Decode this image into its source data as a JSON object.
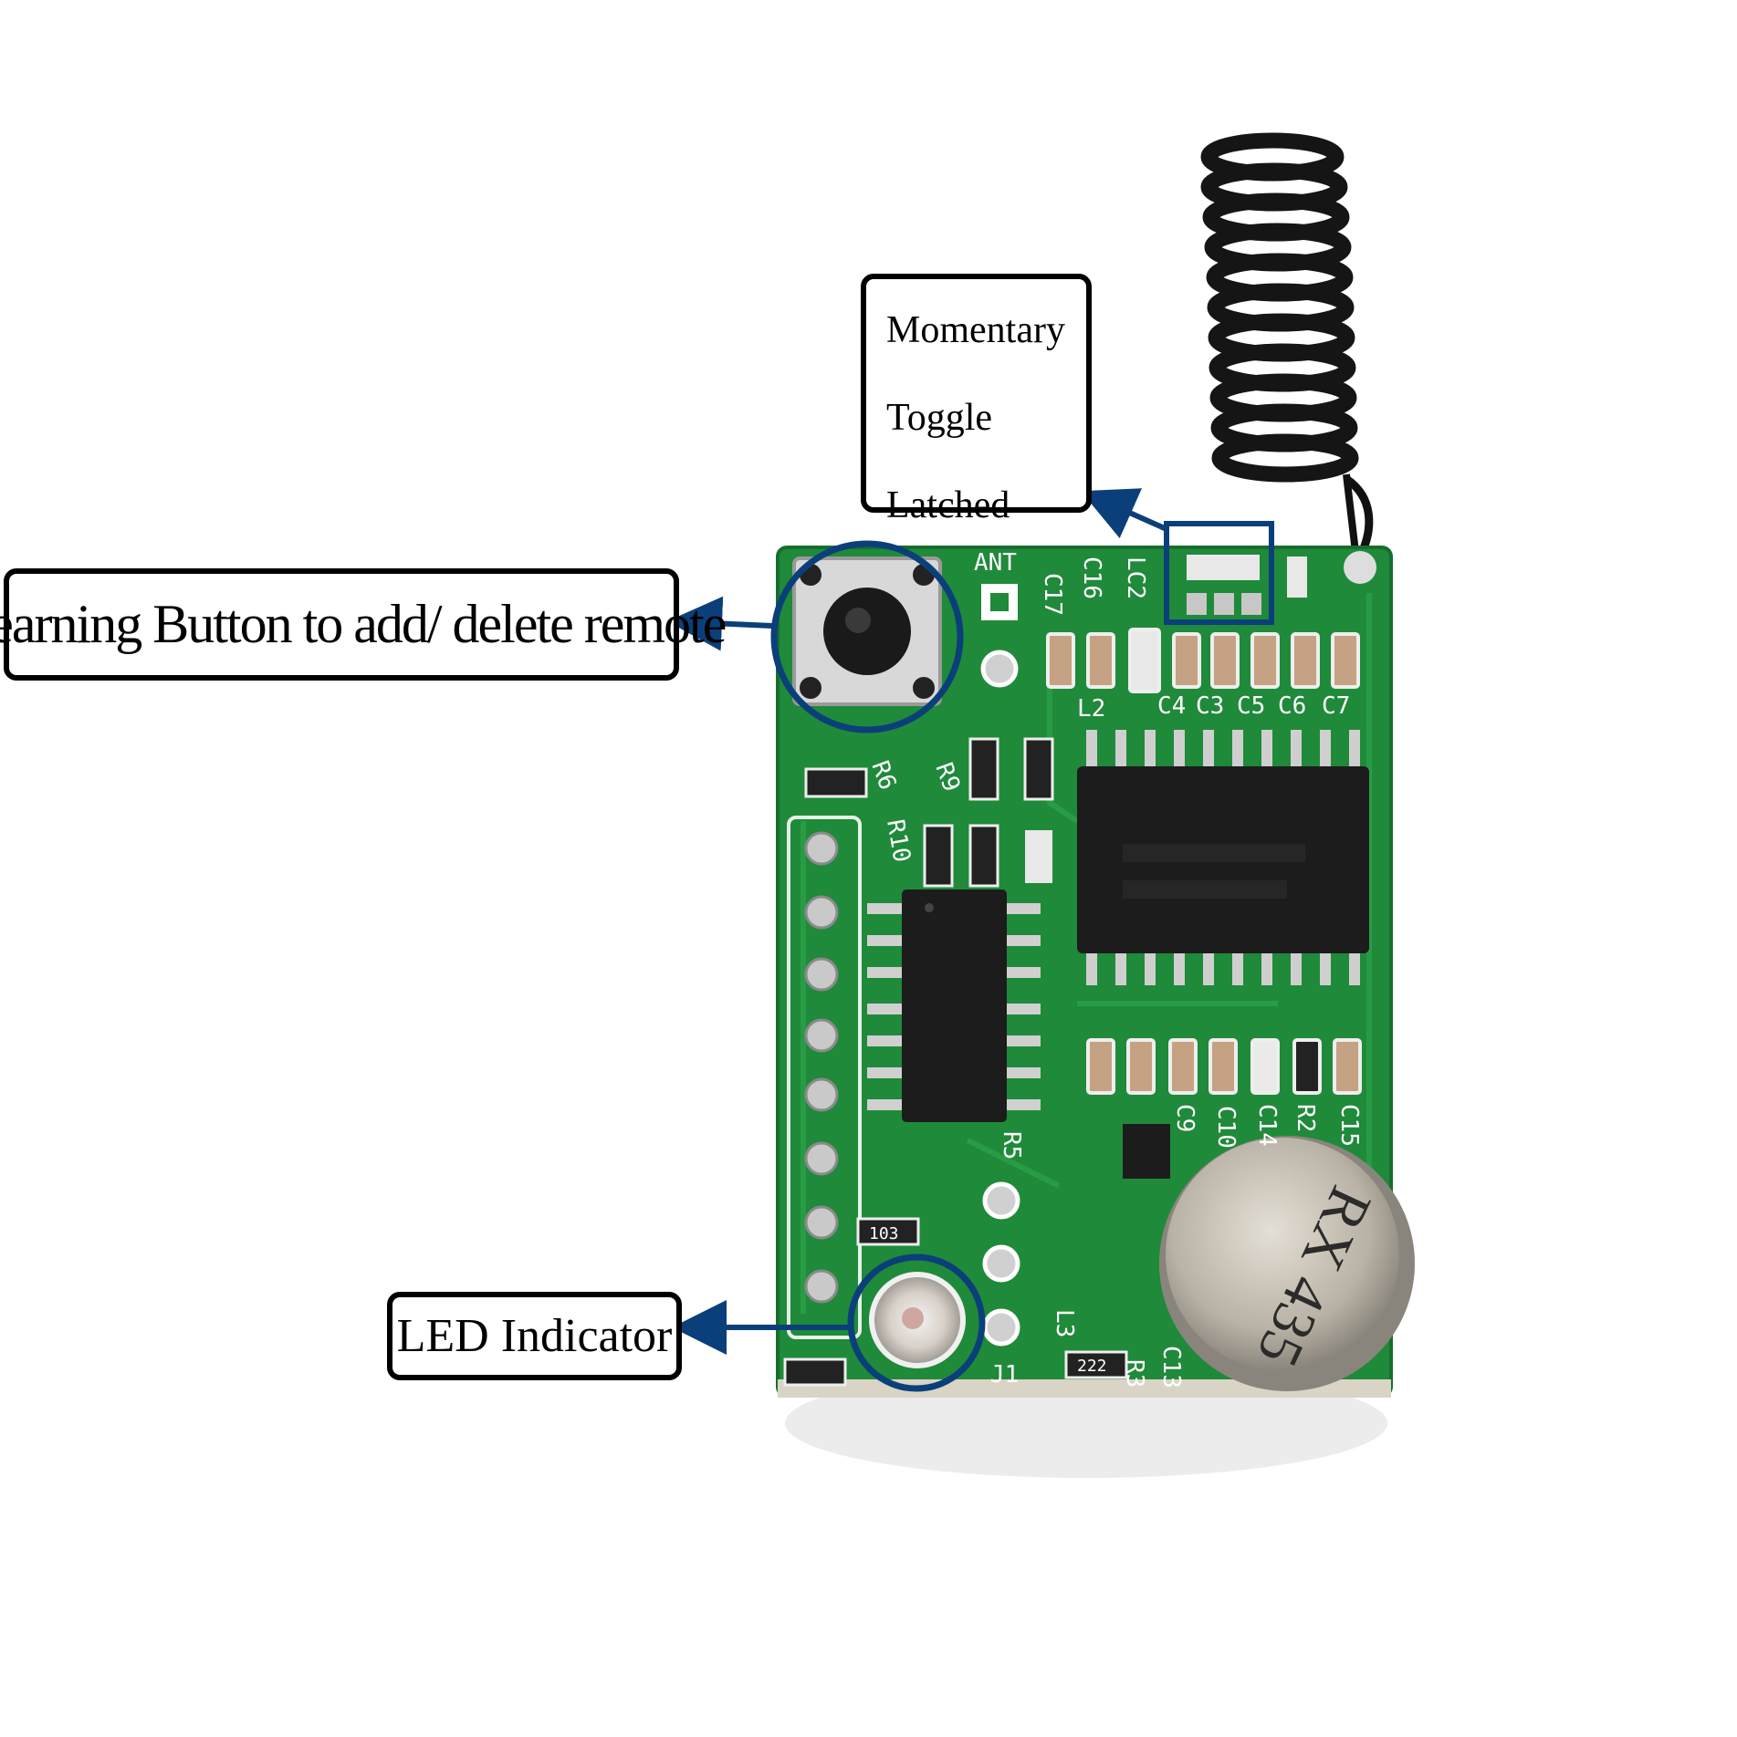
{
  "annotations": {
    "mode_box": {
      "items": [
        "Momentary",
        "Toggle",
        "Latched"
      ]
    },
    "learning_button": "Learning Button to add/ delete remote",
    "led_indicator": "LED Indicator"
  },
  "pcb": {
    "silkscreen": {
      "ant": "ANT",
      "c17": "C17",
      "c16": "C16",
      "lc2": "LC2",
      "l2": "L2",
      "c4": "C4",
      "c3": "C3",
      "c5": "C5",
      "c6": "C6",
      "c7": "C7",
      "r6": "R6",
      "r9": "R9",
      "r10": "R10",
      "r5": "R5",
      "j1": "J1",
      "c9": "C9",
      "c10": "C10",
      "c14": "C14",
      "r2": "R2",
      "c15": "C15",
      "l3": "L3",
      "r3": "R3",
      "c13": "C13"
    },
    "resistor_codes": {
      "r103": "103",
      "r222": "222"
    },
    "receiver_can": "RX 435"
  },
  "colors": {
    "pcb": "#1f8a3a",
    "callout_arrow": "#0b3f7a",
    "border": "#000000"
  }
}
